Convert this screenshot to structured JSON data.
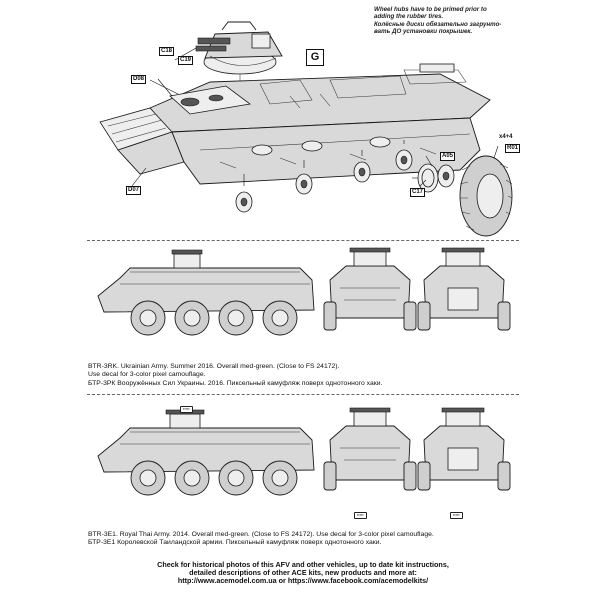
{
  "assembly": {
    "note_en": [
      "Wheel hubs have to be primed prior to",
      "adding the rubber tires."
    ],
    "note_ru": [
      "Колёсные диски обязательно загрунто-",
      "вать ДО установки покрышек."
    ],
    "step_label": "G",
    "quantity": "x4+4",
    "parts": [
      "C18",
      "C19",
      "D08",
      "D07",
      "C17",
      "A05",
      "R01"
    ]
  },
  "variant1": {
    "caption_en": [
      "BTR-3RK. Ukrainian Army. Summer 2016. Overall med-green. (Close to FS 24172).",
      "Use decal for 3-color pixel camouflage."
    ],
    "caption_ru": "БТР-3РК Вооружённых Сил Украины. 2016. Пиксельный камуфляж поверх однотонного хаки."
  },
  "variant2": {
    "caption_en": "BTR-3E1. Royal Thai Army. 2014. Overall med-green. (Close to FS 24172). Use decal for 3-color pixel camouflage.",
    "caption_ru": "БТР-3Е1 Королевской Таиландской армии. Пиксельный камуфляж поверх однотонного хаки."
  },
  "footer": {
    "lines": [
      "Check for historical photos of this AFV and  other vehicles, up to date kit instructions,",
      "detailed descriptions of other ACE kits, new products and more at:",
      "http://www.acemodel.com.ua or https://www.facebook.com/acemodelkits/"
    ]
  },
  "colors": {
    "paper": "#ffffff",
    "ink": "#1a1a1a",
    "vehicle": "#d9d9d9"
  }
}
